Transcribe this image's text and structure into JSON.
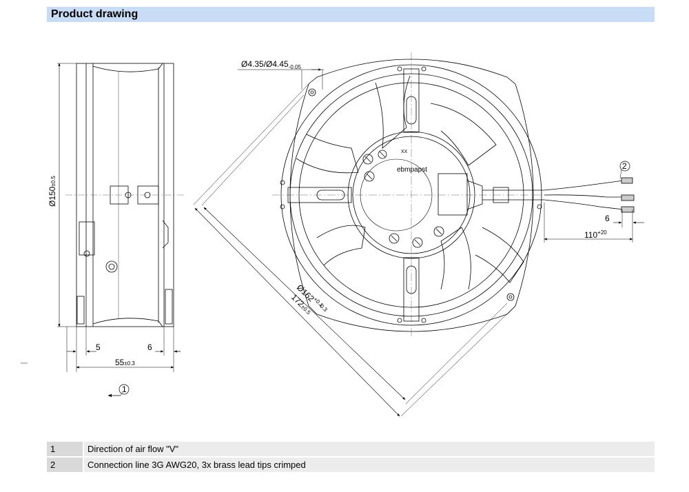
{
  "header": {
    "title": "Product drawing"
  },
  "dimensions": {
    "side_diameter": "Ø150",
    "side_diameter_tol": "±0.5",
    "left_offset": "5",
    "right_offset": "6",
    "depth": "55",
    "depth_tol": "±0.3",
    "hole": "Ø4.35/Ø4.45",
    "hole_tol": "-0.05",
    "bolt_circle": "Ø162",
    "bolt_circle_tol_upper": "+0.1",
    "bolt_circle_tol_lower": "-0.3",
    "diagonal": "172",
    "diagonal_tol": "±0.5",
    "lead_length": "110",
    "lead_length_tol": "+20",
    "lead_strip": "6"
  },
  "brand_label": "ebmpapst",
  "callouts": {
    "airflow": "1",
    "cable": "2"
  },
  "legend": [
    {
      "num": "1",
      "text": "Direction of air flow \"V\""
    },
    {
      "num": "2",
      "text": "Connection line 3G AWG20, 3x brass lead tips crimped"
    }
  ]
}
